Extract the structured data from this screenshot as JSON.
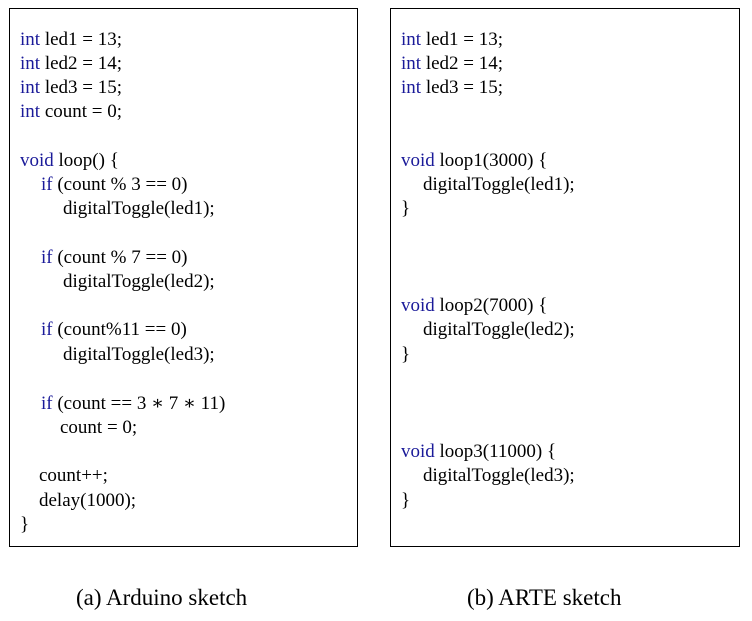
{
  "colors": {
    "keyword": "#1a1a99",
    "text": "#000000",
    "border": "#000000",
    "background": "#ffffff"
  },
  "arduino": {
    "caption": "(a) Arduino sketch",
    "lines": [
      {
        "kw": "int",
        "rest": " led1 = 13;"
      },
      {
        "kw": "int",
        "rest": " led2 = 14;"
      },
      {
        "kw": "int",
        "rest": " led3 = 15;"
      },
      {
        "kw": "int",
        "rest": " count = 0;"
      },
      {
        "kw": "void",
        "rest": " loop() {"
      },
      {
        "kw": "if",
        "rest": " (count % 3 == 0)"
      },
      {
        "kw": "",
        "rest": "digitalToggle(led1);"
      },
      {
        "kw": "if",
        "rest": " (count % 7 == 0)"
      },
      {
        "kw": "",
        "rest": "digitalToggle(led2);"
      },
      {
        "kw": "if",
        "rest": " (count%11 == 0)"
      },
      {
        "kw": "",
        "rest": "digitalToggle(led3);"
      },
      {
        "kw": "if",
        "rest": " (count == 3 ∗ 7 ∗ 11)"
      },
      {
        "kw": "",
        "rest": "count = 0;"
      },
      {
        "kw": "",
        "rest": "count++;"
      },
      {
        "kw": "",
        "rest": "delay(1000);"
      },
      {
        "kw": "",
        "rest": "}"
      }
    ]
  },
  "arte": {
    "caption": "(b) ARTE sketch",
    "lines": [
      {
        "kw": "int",
        "rest": " led1 = 13;"
      },
      {
        "kw": "int",
        "rest": " led2 = 14;"
      },
      {
        "kw": "int",
        "rest": " led3 = 15;"
      },
      {
        "kw": "void",
        "rest": " loop1(3000) {"
      },
      {
        "kw": "",
        "rest": "digitalToggle(led1);"
      },
      {
        "kw": "",
        "rest": "}"
      },
      {
        "kw": "void",
        "rest": " loop2(7000) {"
      },
      {
        "kw": "",
        "rest": "digitalToggle(led2);"
      },
      {
        "kw": "",
        "rest": "}"
      },
      {
        "kw": "void",
        "rest": " loop3(11000) {"
      },
      {
        "kw": "",
        "rest": "digitalToggle(led3);"
      },
      {
        "kw": "",
        "rest": "}"
      }
    ]
  }
}
